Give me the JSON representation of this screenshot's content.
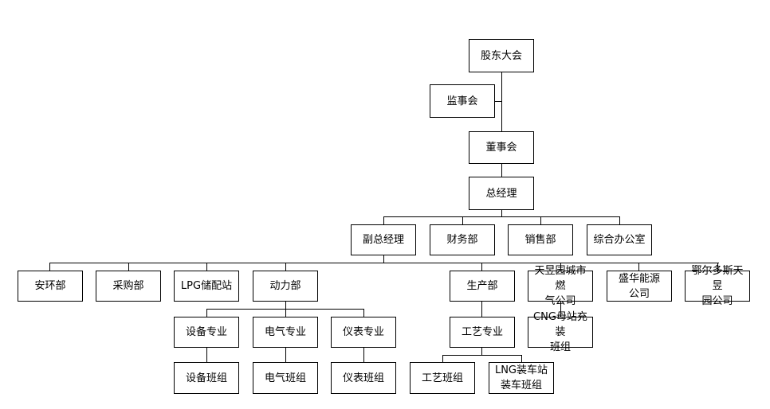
{
  "org_chart": {
    "shareholders": "股东大会",
    "supervisory_board": "监事会",
    "board": "董事会",
    "general_manager": "总经理",
    "deputy_gm": "副总经理",
    "finance": "财务部",
    "sales": "销售部",
    "general_office": "综合办公室",
    "safety_env": "安环部",
    "procurement": "采购部",
    "lpg_station": "LPG储配站",
    "power_dept": "动力部",
    "production": "生产部",
    "tianyu_gas": "天昱园城市燃\n气公司",
    "shenghua_energy": "盛华能源\n公司",
    "ordos_tianyu": "鄂尔多斯天昱\n园公司",
    "equipment_major": "设备专业",
    "electrical_major": "电气专业",
    "instrument_major": "仪表专业",
    "process_major": "工艺专业",
    "cng_team": "CNG母站充装\n班组",
    "equipment_team": "设备班组",
    "electrical_team": "电气班组",
    "instrument_team": "仪表班组",
    "process_team": "工艺班组",
    "lng_team": "LNG装车站\n装车班组"
  }
}
